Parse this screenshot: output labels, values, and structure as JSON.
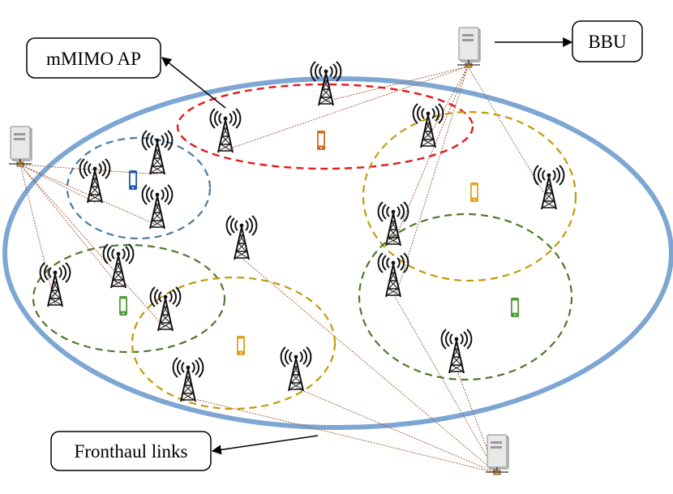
{
  "labels": {
    "mmimo_ap": "mMIMO AP",
    "bbu": "BBU",
    "fronthaul": "Fronthaul links"
  },
  "colors": {
    "network_boundary": "#7ea6d3",
    "link": "#a0522d",
    "cluster_red": "#e31a1c",
    "cluster_blue": "#4a7ba0",
    "cluster_green": "#4d7a2a",
    "cluster_gold": "#c39a07",
    "phone_orange": "#d2691e",
    "phone_blue": "#1f5ca8",
    "phone_gold": "#e0a21d",
    "phone_green": "#4f9d3a",
    "server_body": "#d6d6d6",
    "server_port": "#f3a533"
  },
  "icons": {
    "server": "server-icon",
    "antenna": "antenna-tower-icon",
    "phone": "mobile-phone-icon"
  }
}
